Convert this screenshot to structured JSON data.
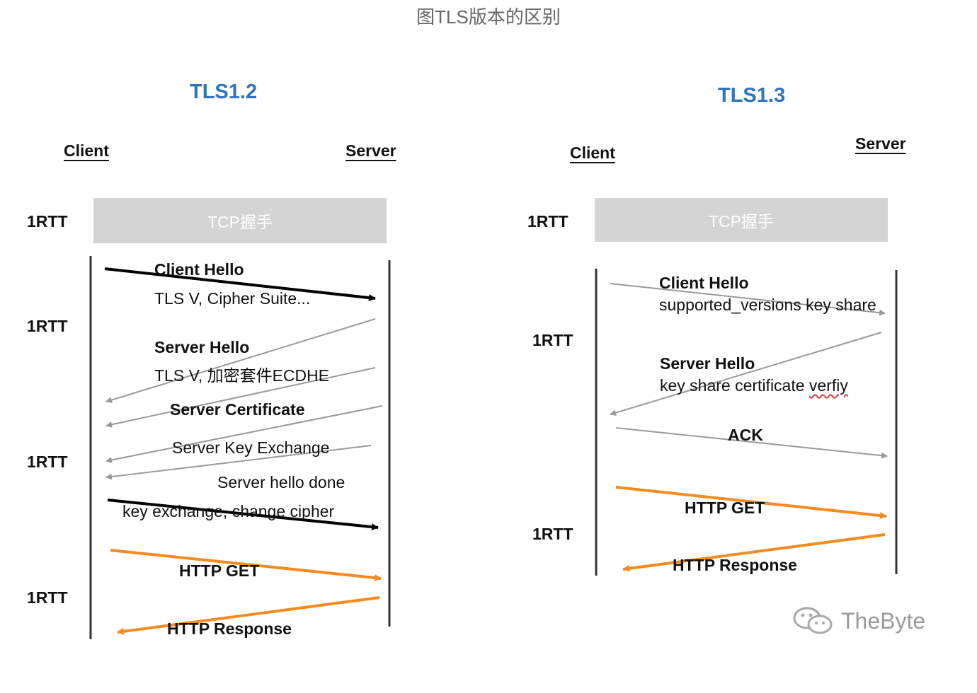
{
  "caption": "图TLS版本的区别",
  "tls12": {
    "title": "TLS1.2",
    "client": "Client",
    "server": "Server",
    "tcp": "TCP握手",
    "rtt": [
      "1RTT",
      "1RTT",
      "1RTT",
      "1RTT"
    ],
    "client_hello": "Client Hello",
    "client_hello_sub": "TLS V, Cipher Suite...",
    "server_hello": "Server Hello",
    "server_hello_sub": "TLS V, 加密套件ECDHE",
    "server_cert": "Server Certificate",
    "server_key_exchange": "Server Key Exchange",
    "server_hello_done": "Server hello done",
    "key_exchange": "key exchange,  change cipher",
    "http_get": "HTTP GET",
    "http_response": "HTTP Response"
  },
  "tls13": {
    "title": "TLS1.3",
    "client": "Client",
    "server": "Server",
    "tcp": "TCP握手",
    "rtt": [
      "1RTT",
      "1RTT",
      "1RTT"
    ],
    "client_hello": "Client Hello",
    "client_hello_sub": "supported_versions key share",
    "server_hello": "Server Hello",
    "server_hello_sub_a": "key share certificate ",
    "server_hello_sub_b": "verfiy",
    "ack": "ACK",
    "http_get": "HTTP GET",
    "http_response": "HTTP Response"
  },
  "watermark": "TheByte",
  "colors": {
    "title_blue": "#2e74c0",
    "tcp_gray": "#d4d4d4",
    "orange": "#f58a1f",
    "arrow_gray": "#999999",
    "arrow_black": "#000000"
  }
}
